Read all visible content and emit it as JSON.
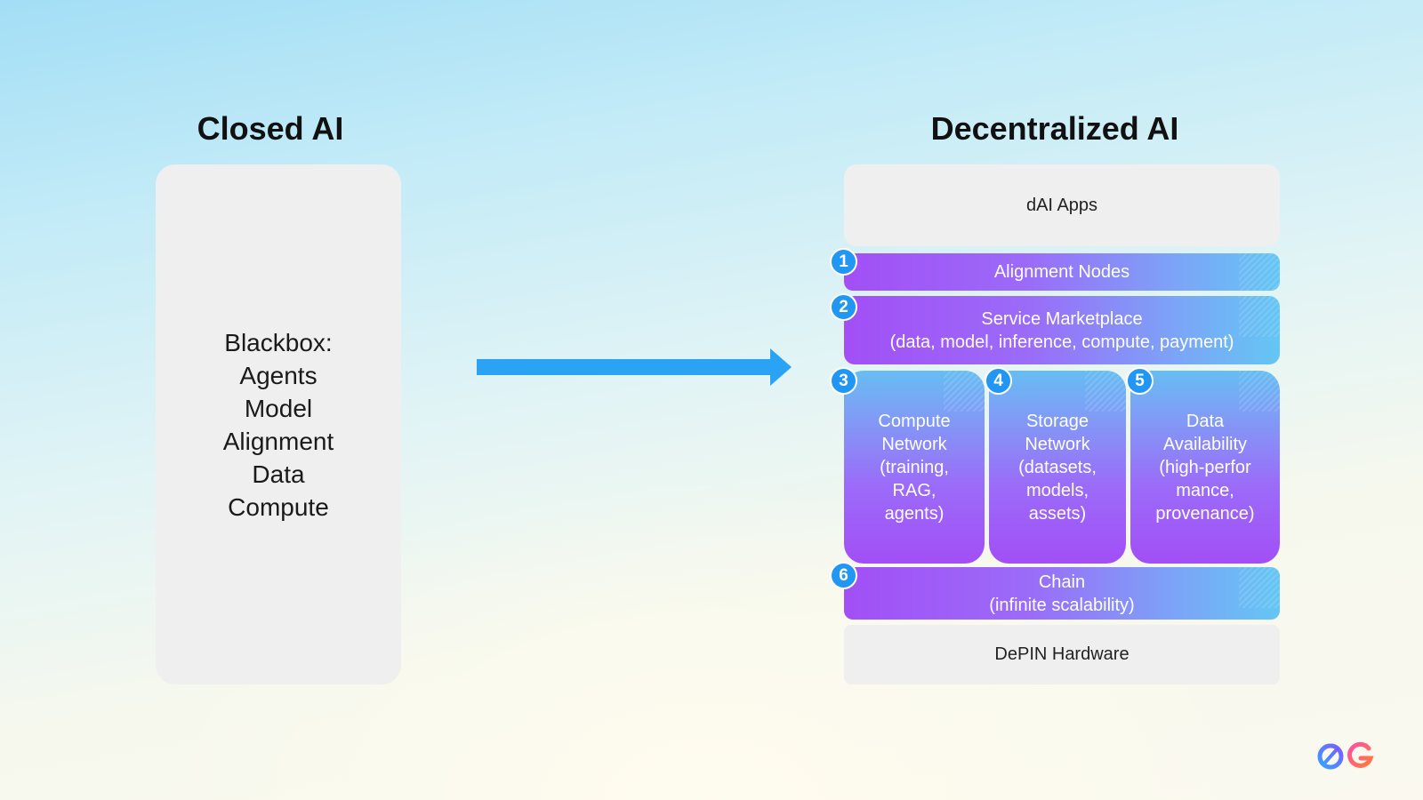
{
  "closed_ai": {
    "title": "Closed AI",
    "box_lines": [
      "Blackbox:",
      "Agents",
      "Model",
      "Alignment",
      "Data",
      "Compute"
    ]
  },
  "decentralized_ai": {
    "title": "Decentralized AI",
    "apps": "dAI Apps",
    "layers": [
      {
        "number": "1",
        "lines": [
          "Alignment Nodes"
        ]
      },
      {
        "number": "2",
        "lines": [
          "Service Marketplace",
          "(data, model, inference, compute, payment)"
        ]
      },
      {
        "number": "3",
        "lines": [
          "Compute",
          "Network",
          "(training,",
          "RAG,",
          "agents)"
        ]
      },
      {
        "number": "4",
        "lines": [
          "Storage",
          "Network",
          "(datasets,",
          "models,",
          "assets)"
        ]
      },
      {
        "number": "5",
        "lines": [
          "Data",
          "Availability",
          "(high-perfor",
          "mance,",
          "provenance)"
        ]
      },
      {
        "number": "6",
        "lines": [
          "Chain",
          "(infinite scalability)"
        ]
      }
    ],
    "hardware": "DePIN Hardware"
  },
  "colors": {
    "arrow": "#2ba3f4",
    "badge": "#2196f3",
    "gradient_start": "#a24ff6",
    "gradient_end": "#64c6f3",
    "gray_box": "#efefef"
  },
  "icons": [
    "right-arrow-icon",
    "0g-logo-icon"
  ]
}
